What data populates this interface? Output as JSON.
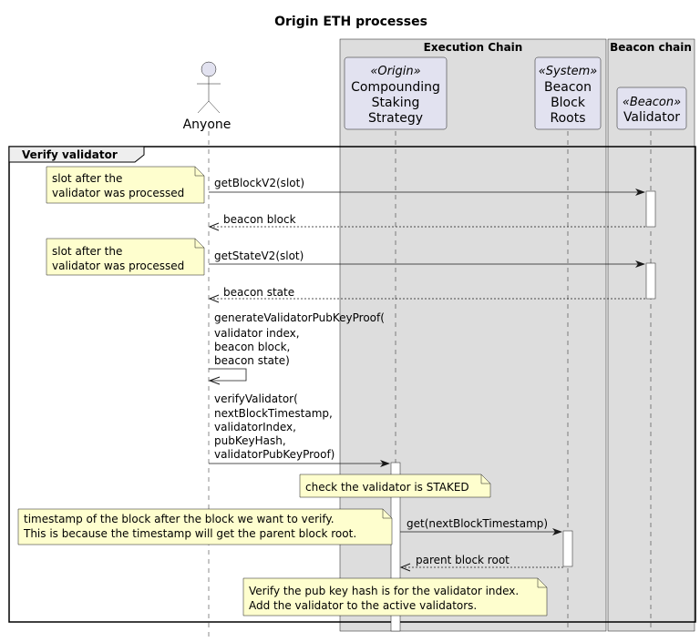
{
  "title": "Origin ETH processes",
  "boxes": {
    "execution": "Execution Chain",
    "beacon": "Beacon chain"
  },
  "participants": {
    "anyone": "Anyone",
    "strategy": {
      "stereotype": "«Origin»",
      "lines": [
        "Compounding",
        "Staking",
        "Strategy"
      ]
    },
    "roots": {
      "stereotype": "«System»",
      "lines": [
        "Beacon",
        "Block",
        "Roots"
      ]
    },
    "validator": {
      "stereotype": "«Beacon»",
      "lines": [
        "Validator"
      ]
    }
  },
  "group": {
    "label": "Verify validator"
  },
  "notes": {
    "n1": [
      "slot after the",
      "validator was processed"
    ],
    "n2": [
      "slot after the",
      "validator was processed"
    ],
    "n3": [
      "check the validator is STAKED"
    ],
    "n4": [
      "timestamp of the block after the block we want to verify.",
      "This is because the timestamp will get the parent block root."
    ],
    "n5": [
      "Verify the pub key hash is for the validator index.",
      "Add the validator to the active validators."
    ]
  },
  "messages": {
    "m1": [
      "getBlockV2(slot)"
    ],
    "m2": [
      "beacon block"
    ],
    "m3": [
      "getStateV2(slot)"
    ],
    "m4": [
      "beacon state"
    ],
    "m5": [
      "generateValidatorPubKeyProof(",
      "validator index,",
      "beacon block,",
      "beacon state)"
    ],
    "m6": [
      "verifyValidator(",
      "nextBlockTimestamp,",
      "validatorIndex,",
      "pubKeyHash,",
      "validatorPubKeyProof)"
    ],
    "m7": [
      "get(nextBlockTimestamp)"
    ],
    "m8": [
      "parent block root"
    ]
  },
  "colors": {
    "box_fill": "#dddddd",
    "participant_fill": "#e2e2f0",
    "participant_stroke": "#181818",
    "note_fill": "#fefece",
    "group_header_fill": "#eeeeee"
  }
}
